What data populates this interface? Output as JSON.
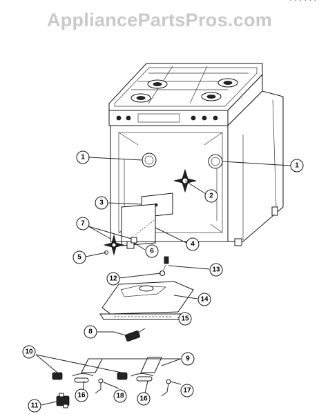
{
  "watermark": "AppliancePartsPros.com",
  "top_fragment": "· · · · · ·",
  "callouts": {
    "c1a": "1",
    "c1b": "1",
    "c2": "2",
    "c3": "3",
    "c4": "4",
    "c5": "5",
    "c6": "6",
    "c7": "7",
    "c8": "8",
    "c9": "9",
    "c10": "10",
    "c11": "11",
    "c12": "12",
    "c13": "13",
    "c14": "14",
    "c15": "15",
    "c16a": "16",
    "c16b": "16",
    "c17": "17",
    "c18": "18"
  }
}
